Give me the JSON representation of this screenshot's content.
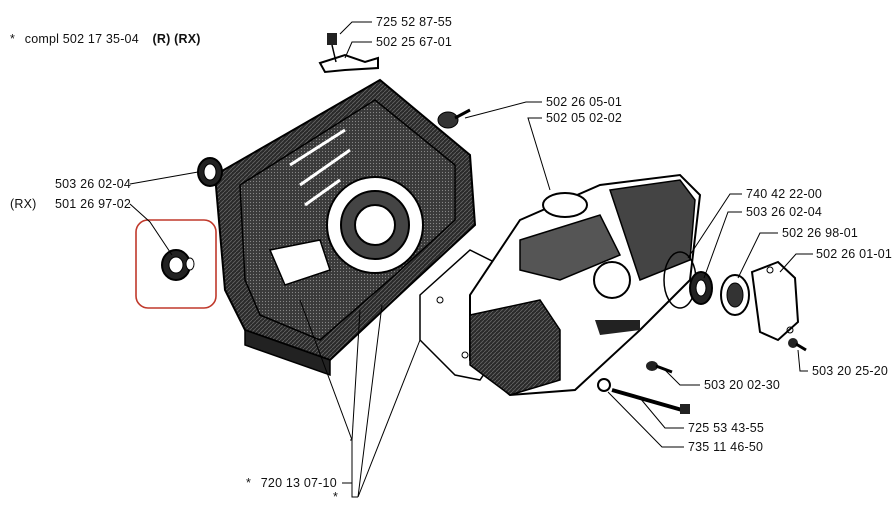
{
  "title": {
    "prefix": "*",
    "text": "compl 502 17 35-04",
    "variants": "(R) (RX)"
  },
  "parts": {
    "p1": "725 52 87-55",
    "p2": "502 25 67-01",
    "p3": "502 26 05-01",
    "p4": "502 05 02-02",
    "p5": "503 26 02-04",
    "p6_prefix": "(RX)",
    "p6": "501 26 97-02",
    "p7": "740 42 22-00",
    "p8": "503 26 02-04",
    "p9": "502 26 98-01",
    "p10": "502 26 01-01",
    "p11": "503 20 02-30",
    "p12": "503 20 25-20",
    "p13": "725 53 43-55",
    "p14": "735 11 46-50",
    "p15_prefix": "*",
    "p15": "720 13 07-10",
    "p16": "*"
  },
  "highlight_color": "#c0392b",
  "ink_color": "#111111"
}
